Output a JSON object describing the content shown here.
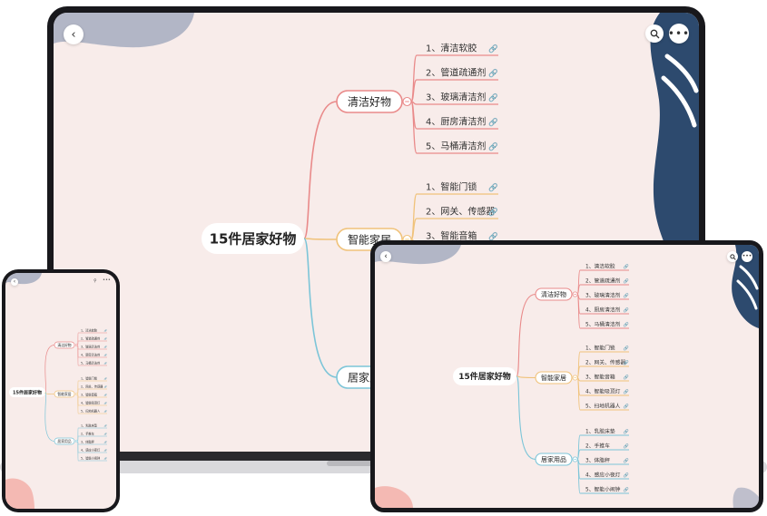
{
  "mindmap": {
    "root": "15件居家好物",
    "branches": [
      {
        "label": "清洁好物",
        "color": "#e98a8a",
        "items": [
          "1、清洁软胶",
          "2、管道疏通剂",
          "3、玻璃清洁剂",
          "4、厨房清洁剂",
          "5、马桶清洁剂"
        ]
      },
      {
        "label": "智能家居",
        "color": "#f0c27a",
        "items": [
          "1、智能门锁",
          "2、网关、传感器",
          "3、智能音箱",
          "4、智能吸顶灯",
          "5、扫地机器人"
        ]
      },
      {
        "label": "居家用品",
        "color": "#7cc5d8",
        "items": [
          "1、乳胶床垫",
          "2、手推车",
          "3、体脂秤",
          "4、感应小夜灯",
          "5、智能小闹钟"
        ]
      }
    ]
  },
  "colors": {
    "background": "#f8ecea",
    "device": "#18181c",
    "blob_navy": "#2d4a6e",
    "blob_pink": "#f4b9b3",
    "blob_gray": "#a6adbf"
  },
  "icons": {
    "back": "back-arrow-icon",
    "search": "search-icon",
    "more": "more-dots-icon",
    "link": "link-icon"
  }
}
